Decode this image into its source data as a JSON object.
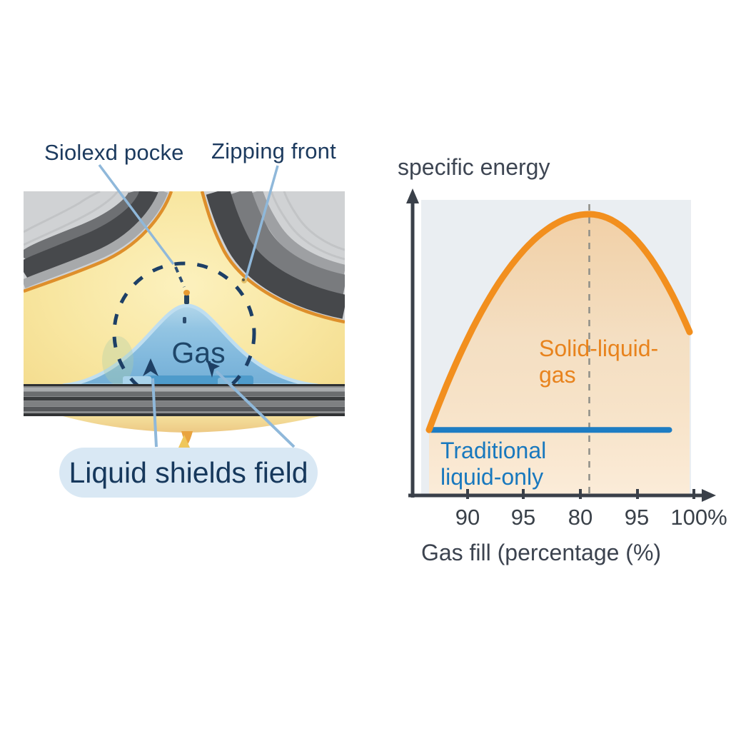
{
  "diagram": {
    "labels": {
      "solid_pocket": "Siolexd pocke",
      "zipping_front": "Zipping front",
      "gas": "Gas",
      "liquid_shields": "Liquid shields field"
    },
    "colors": {
      "liquid_yellow": "#F5DE90",
      "gas_blue": "#85BCDE",
      "roller_gray": "#4A4C4F",
      "plate_gray": "#8A8C8E",
      "annotation_navy": "#1C3A5E",
      "arrow_blue": "#8FB8DA",
      "rim_orange": "#DE8F2B"
    }
  },
  "chart": {
    "title": "specific energy",
    "x_axis_label": "Gas fill (percentage (%)",
    "x_tick_labels": [
      "90",
      "95",
      "80",
      "95",
      "100%"
    ],
    "series_labels": {
      "solid_liquid_gas_lines": [
        "Solid-liquid-",
        "gas"
      ],
      "traditional_lines": [
        "Traditional",
        "liquid-only"
      ]
    },
    "colors": {
      "curve_orange": "#F28F1E",
      "baseline_blue": "#1E7DC3",
      "plot_background": "#EAEEF2",
      "axis": "#3A4049"
    }
  },
  "chart_data": {
    "type": "line",
    "title": "specific energy",
    "xlabel": "Gas fill (percentage (%)",
    "ylabel": "",
    "x_tick_labels": [
      "90",
      "95",
      "80",
      "95",
      "100%"
    ],
    "grid": false,
    "legend_position": "inside",
    "series": [
      {
        "name": "Solid-liquid-gas",
        "style": "curve",
        "color": "#F28F1E",
        "fill": true,
        "start": {
          "x": 0.0,
          "y": 0.233
        },
        "peak": {
          "x": 0.615,
          "y": 1.0
        },
        "end": {
          "x": 1.0,
          "y": 0.581
        },
        "note": "relative units; peak marked by dashed vertical guide near the 80 tick"
      },
      {
        "name": "Traditional liquid-only",
        "style": "flat-line",
        "color": "#1E7DC3",
        "value": 0.233,
        "x_start": 0.008,
        "x_end": 0.922
      }
    ],
    "annotations": [
      {
        "type": "dashed-vline",
        "at_peak": true
      }
    ]
  }
}
